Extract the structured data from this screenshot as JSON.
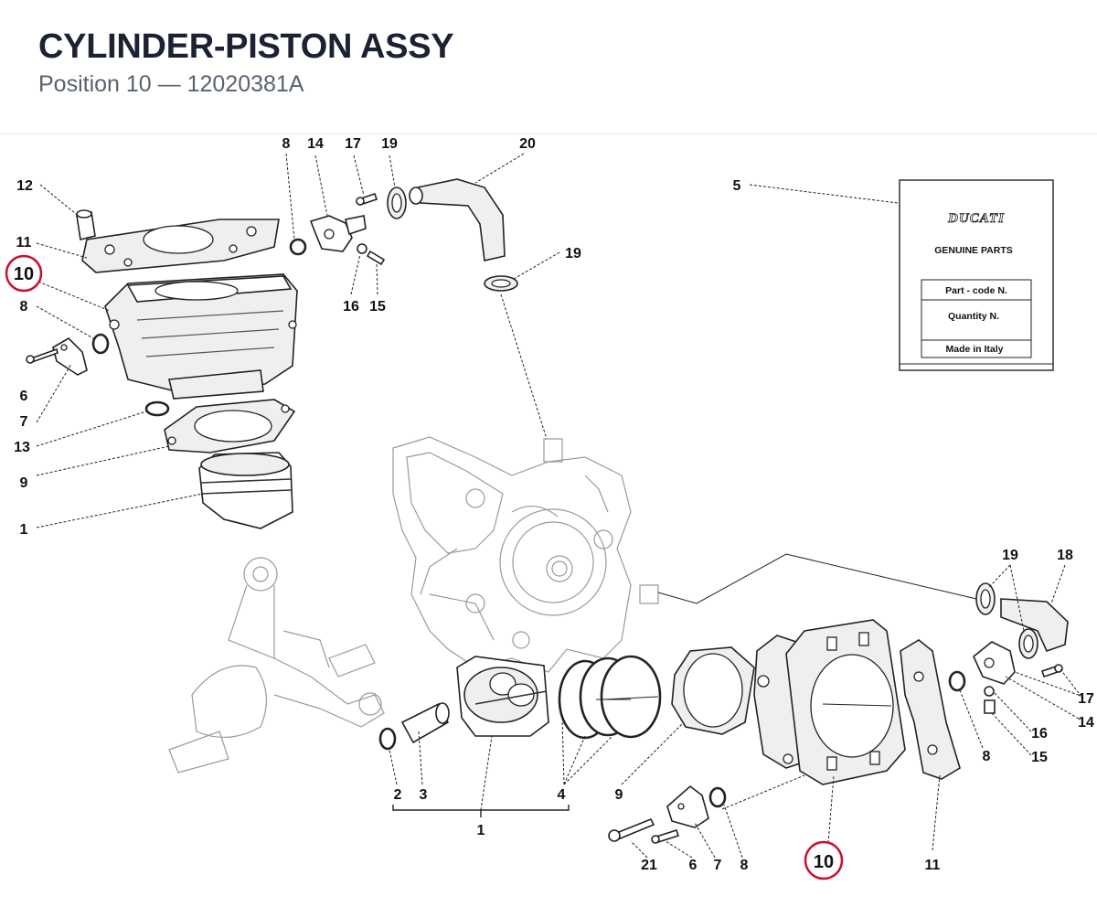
{
  "header": {
    "title": "CYLINDER-PISTON ASSY",
    "subtitle": "Position 10 — 12020381A"
  },
  "highlight": {
    "ring_color": "#c8102e"
  },
  "callouts": {
    "top_8": "8",
    "top_14": "14",
    "top_17": "17",
    "top_19": "19",
    "top_20": "20",
    "top_5": "5",
    "top_12": "12",
    "top_11": "11",
    "top_10": "10",
    "top_8b": "8",
    "top_16": "16",
    "top_15": "15",
    "top_19b": "19",
    "top_6": "6",
    "top_7": "7",
    "top_13": "13",
    "top_9": "9",
    "top_1": "1",
    "bot_19": "19",
    "bot_18": "18",
    "bot_17": "17",
    "bot_14": "14",
    "bot_16": "16",
    "bot_15": "15",
    "bot_8": "8",
    "bot_2": "2",
    "bot_3": "3",
    "bot_4": "4",
    "bot_9": "9",
    "bot_1": "1",
    "bot_21": "21",
    "bot_6": "6",
    "bot_7": "7",
    "bot_8b": "8",
    "bot_10": "10",
    "bot_11": "11"
  },
  "label_box": {
    "brand": "DUCATI",
    "heading": "GENUINE PARTS",
    "part_code": "Part - code N.",
    "quantity": "Quantity N.",
    "origin": "Made in Italy"
  }
}
